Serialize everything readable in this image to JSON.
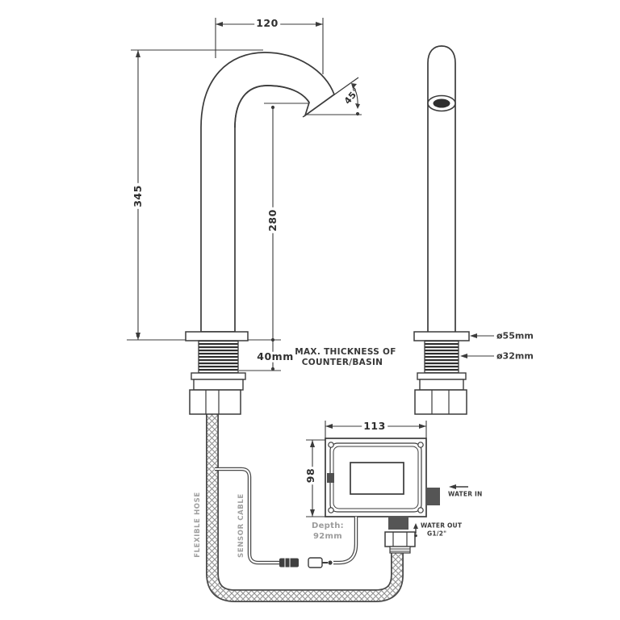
{
  "labels": {
    "dim_spout_reach": "120",
    "dim_spout_angle": "45°",
    "dim_total_height": "345",
    "dim_outlet_height": "280",
    "dim_counter_thickness": "40mm",
    "note_counter_1": "MAX. THICKNESS OF",
    "note_counter_2": "COUNTER/BASIN",
    "dim_flange_diameter": "ø55mm",
    "dim_shank_diameter": "ø32mm",
    "dim_box_width": "113",
    "dim_box_height": "98",
    "box_depth_1": "Depth:",
    "box_depth_2": "92mm",
    "water_in": "WATER IN",
    "water_out_1": "WATER OUT",
    "water_out_2": "G1/2\"",
    "hose_label": "FLEXIBLE HOSE",
    "cable_label": "SENSOR CABLE"
  },
  "colors": {
    "line": "#3b3b3b",
    "dark_fill": "#555555",
    "grey_text": "#9c9c9c",
    "background": "#ffffff"
  }
}
